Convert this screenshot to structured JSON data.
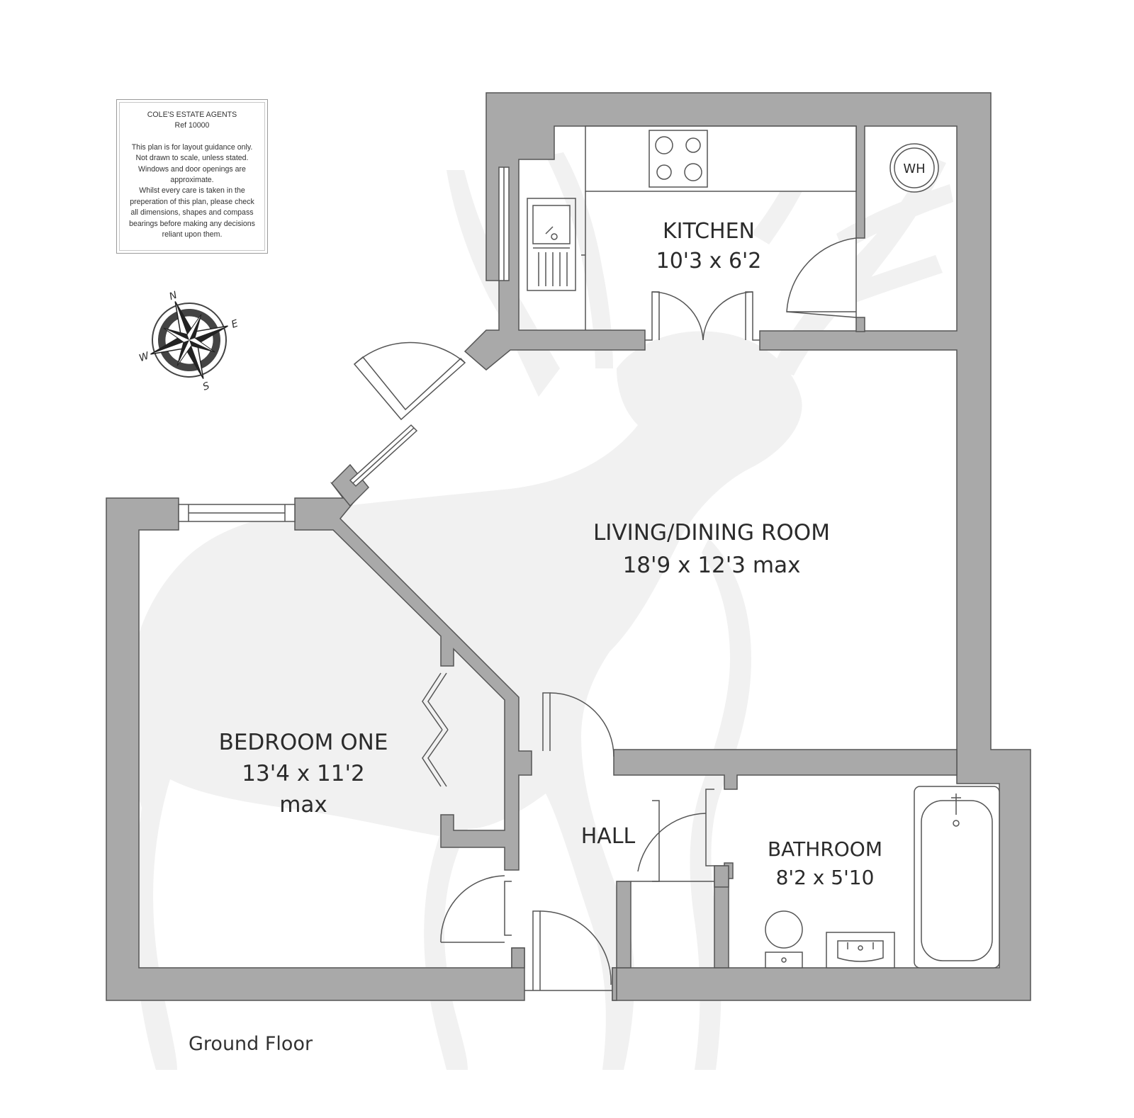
{
  "disclaimer": {
    "company": "COLE'S ESTATE AGENTS",
    "ref": "Ref 10000",
    "lines": [
      "This plan is for layout guidance only.",
      "Not drawn to scale, unless stated.",
      "Windows and door openings are",
      "approximate.",
      "Whilst every care is taken in the",
      "preperation of this plan, please check",
      "all dimensions, shapes and compass",
      "bearings before making any decisions",
      "reliant upon them."
    ]
  },
  "compass": {
    "n": "N",
    "e": "E",
    "s": "S",
    "w": "W"
  },
  "rooms": {
    "kitchen": {
      "name": "KITCHEN",
      "size": "10'3 x 6'2"
    },
    "living": {
      "name": "LIVING/DINING ROOM",
      "size": "18'9 x 12'3 max"
    },
    "bedroom": {
      "name": "BEDROOM ONE",
      "size": "13'4 x 11'2",
      "extra": "max"
    },
    "hall": {
      "name": "HALL"
    },
    "bathroom": {
      "name": "BATHROOM",
      "size": "8'2 x 5'10"
    }
  },
  "fixtures": {
    "water_heater": "WH"
  },
  "floor_label": "Ground Floor",
  "colors": {
    "wall": "#a9a9a9",
    "watermark": "#f0f0f0",
    "line": "#555555"
  }
}
